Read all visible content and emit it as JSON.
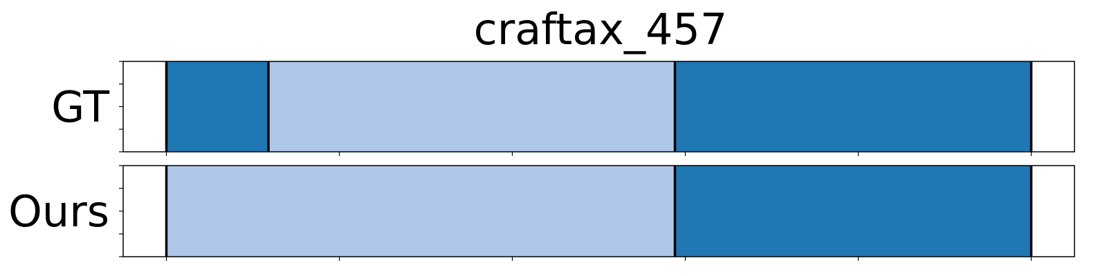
{
  "chart_data": {
    "type": "bar",
    "title": "craftax_457",
    "xlabel": "",
    "ylabel": "",
    "xlim": [
      -50,
      1050
    ],
    "xticks": [
      0,
      200,
      400,
      600,
      800,
      1000
    ],
    "grid": false,
    "series": [
      {
        "name": "GT",
        "segments": [
          {
            "start": 0,
            "end": 118,
            "color": "#1f77b4"
          },
          {
            "start": 118,
            "end": 588,
            "color": "#aec7e8"
          },
          {
            "start": 588,
            "end": 1000,
            "color": "#1f77b4"
          }
        ],
        "boundaries": [
          0,
          118,
          588,
          1000
        ]
      },
      {
        "name": "Ours",
        "segments": [
          {
            "start": 0,
            "end": 588,
            "color": "#aec7e8"
          },
          {
            "start": 588,
            "end": 1000,
            "color": "#1f77b4"
          }
        ],
        "boundaries": [
          0,
          588,
          1000
        ]
      }
    ]
  }
}
